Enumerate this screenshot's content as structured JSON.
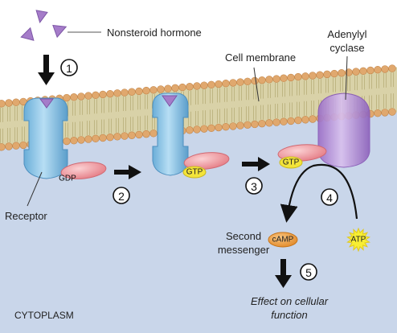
{
  "labels": {
    "hormone": "Nonsteroid hormone",
    "adenylyl_line1": "Adenylyl",
    "adenylyl_line2": "cyclase",
    "cell_membrane": "Cell membrane",
    "receptor": "Receptor",
    "gdp": "GDP",
    "gtp": "GTP",
    "second_line1": "Second",
    "second_line2": "messenger",
    "camp": "cAMP",
    "atp": "ATP",
    "effect_line1": "Effect on cellular",
    "effect_line2": "function",
    "cytoplasm": "CYTOPLASM"
  },
  "steps": [
    "1",
    "2",
    "3",
    "4",
    "5"
  ],
  "colors": {
    "cytoplasm": "#c9d6ea",
    "lipid_head": "#e0a86e",
    "lipid_tail": "#d9d2a8",
    "receptor": "#8fc6e8",
    "hormone": "#a57cc9",
    "g_protein": "#ef9aa0",
    "gtp": "#f3e43a",
    "enzyme": "#b58ed6",
    "camp": "#ec9b3b",
    "atp": "#f7ee33"
  }
}
